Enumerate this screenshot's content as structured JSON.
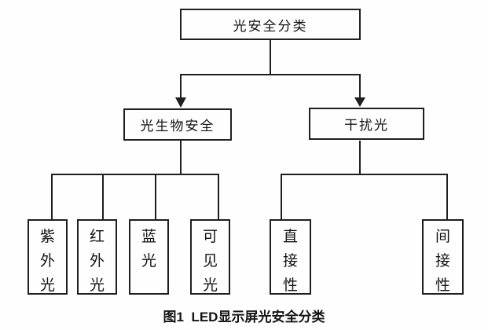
{
  "diagram": {
    "root": {
      "label": "光安全分类"
    },
    "level2": [
      {
        "label": "光生物安全"
      },
      {
        "label": "干扰光"
      }
    ],
    "leaves_left": [
      {
        "label": "紫外光"
      },
      {
        "label": "红外光"
      },
      {
        "label": "蓝光"
      },
      {
        "label": "可见光"
      }
    ],
    "leaves_right": [
      {
        "label": "直接性"
      },
      {
        "label": "间接性"
      }
    ],
    "caption": "图1  LED显示屏光安全分类",
    "colors": {
      "line": "#1f1f1f",
      "box_border": "#1f1f1f",
      "background": "#fefefe",
      "text": "#141414"
    }
  }
}
